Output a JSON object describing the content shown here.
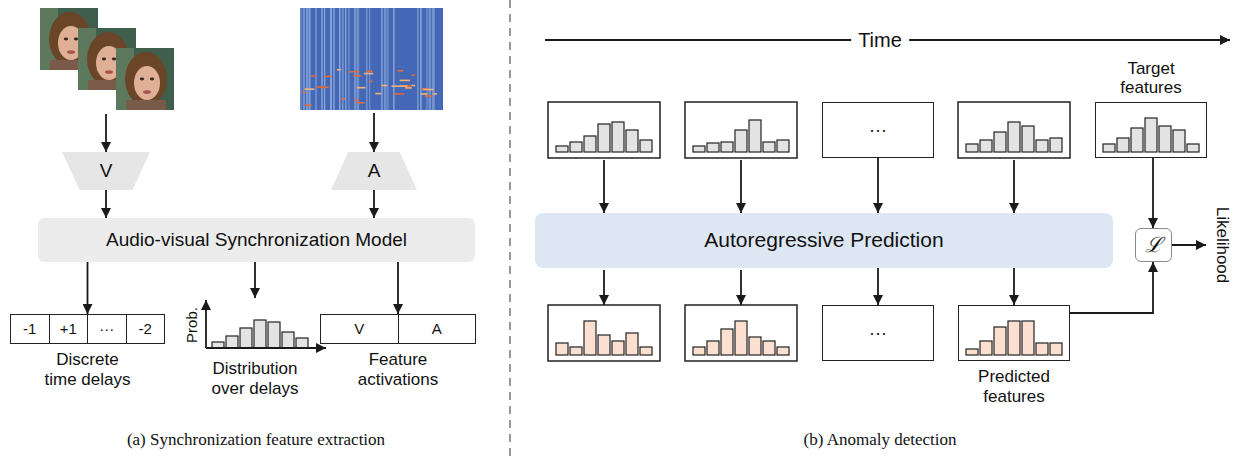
{
  "diagram": {
    "nodes": [
      {
        "text": [
          "V"
        ]
      },
      {
        "text": [
          "A"
        ]
      },
      {
        "text": [
          "Audio-visual Synchronization Model"
        ]
      },
      {
        "text": [
          "-1",
          "+1",
          "···",
          "-2",
          "Discrete time delays"
        ]
      },
      {
        "text": [
          "Prob.",
          "Distribution over delays"
        ]
      },
      {
        "text": [
          "V",
          "A",
          "Feature activations"
        ]
      },
      {
        "text": [
          "···"
        ]
      },
      {
        "text": [
          "Target features"
        ]
      },
      {
        "text": [
          "Autoregressive Prediction"
        ]
      },
      {
        "text": [
          "···"
        ]
      },
      {
        "text": [
          "Predicted features"
        ]
      },
      {
        "text": [
          "ℒ"
        ]
      }
    ],
    "edges": [
      {
        "from": 0,
        "to": 2,
        "arrow": "to"
      },
      {
        "from": 1,
        "to": 2,
        "arrow": "to"
      },
      {
        "from": 2,
        "to": 3,
        "arrow": "to"
      },
      {
        "from": 2,
        "to": 4,
        "arrow": "to"
      },
      {
        "from": 2,
        "to": 5,
        "arrow": "to"
      },
      {
        "from": 6,
        "to": 8,
        "arrow": "to"
      },
      {
        "from": 7,
        "to": 11,
        "arrow": "to"
      },
      {
        "from": 8,
        "to": 9,
        "arrow": "to"
      },
      {
        "from": 8,
        "to": 10,
        "arrow": "to"
      },
      {
        "from": 10,
        "to": 11,
        "arrow": "to"
      }
    ],
    "labels": [
      "Time",
      "Likelihood",
      "(a) Synchronization feature extraction",
      "(b) Anomaly detection"
    ]
  }
}
